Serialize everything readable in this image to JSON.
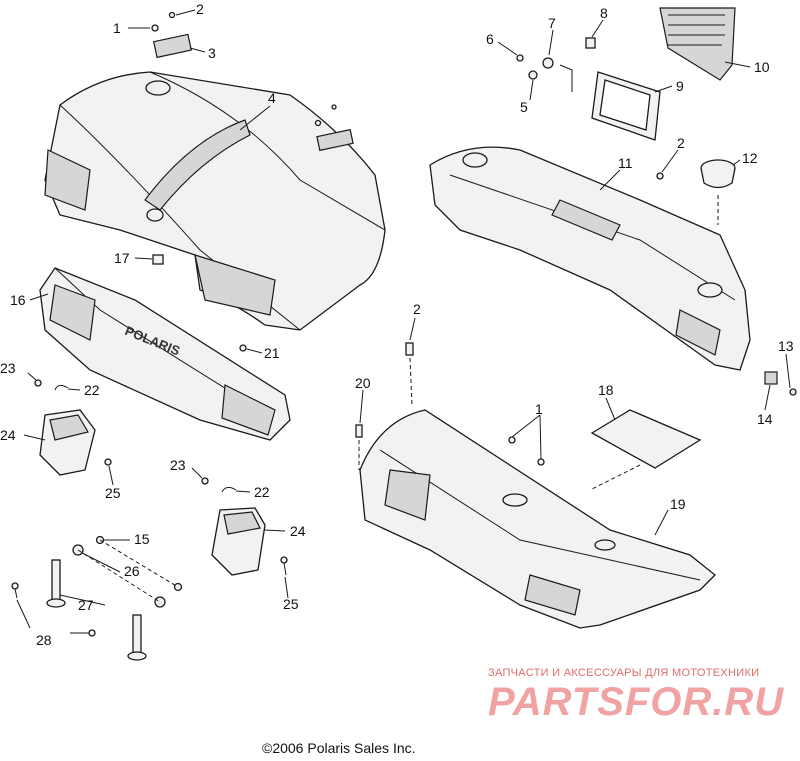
{
  "callouts": [
    {
      "id": "1",
      "text": "1"
    },
    {
      "id": "2",
      "text": "2"
    },
    {
      "id": "3",
      "text": "3"
    },
    {
      "id": "4",
      "text": "4"
    },
    {
      "id": "5",
      "text": "5"
    },
    {
      "id": "6",
      "text": "6"
    },
    {
      "id": "7",
      "text": "7"
    },
    {
      "id": "8",
      "text": "8"
    },
    {
      "id": "9",
      "text": "9"
    },
    {
      "id": "10",
      "text": "10"
    },
    {
      "id": "11",
      "text": "11"
    },
    {
      "id": "2b",
      "text": "2"
    },
    {
      "id": "12",
      "text": "12"
    },
    {
      "id": "17",
      "text": "17"
    },
    {
      "id": "16",
      "text": "16"
    },
    {
      "id": "2c",
      "text": "2"
    },
    {
      "id": "21",
      "text": "21"
    },
    {
      "id": "13",
      "text": "13"
    },
    {
      "id": "23",
      "text": "23"
    },
    {
      "id": "22",
      "text": "22"
    },
    {
      "id": "20",
      "text": "20"
    },
    {
      "id": "18",
      "text": "18"
    },
    {
      "id": "14",
      "text": "14"
    },
    {
      "id": "1b",
      "text": "1"
    },
    {
      "id": "24",
      "text": "24"
    },
    {
      "id": "25",
      "text": "25"
    },
    {
      "id": "23b",
      "text": "23"
    },
    {
      "id": "22b",
      "text": "22"
    },
    {
      "id": "19",
      "text": "19"
    },
    {
      "id": "24b",
      "text": "24"
    },
    {
      "id": "15",
      "text": "15"
    },
    {
      "id": "26",
      "text": "26"
    },
    {
      "id": "25b",
      "text": "25"
    },
    {
      "id": "27",
      "text": "27"
    },
    {
      "id": "28",
      "text": "28"
    }
  ],
  "emblem_text": "POLARIS",
  "watermark": {
    "tagline": "ЗАПЧАСТИ И АКСЕССУАРЫ ДЛЯ МОТОТЕХНИКИ",
    "logo": "PARTSFOR.RU"
  },
  "copyright": "©2006 Polaris Sales Inc."
}
